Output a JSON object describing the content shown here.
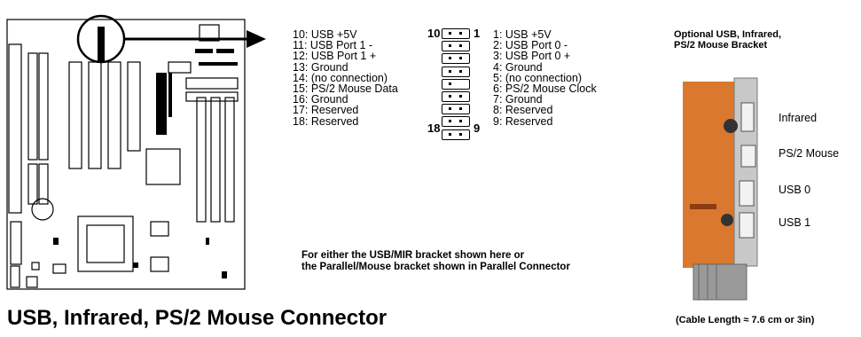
{
  "pins_left": [
    "10: USB +5V",
    "11: USB Port 1 -",
    "12: USB Port 1 +",
    "13: Ground",
    "14: (no connection)",
    "15: PS/2 Mouse Data",
    "16: Ground",
    "17: Reserved",
    "18: Reserved"
  ],
  "pins_right": [
    "1: USB +5V",
    "2: USB Port 0 -",
    "3: USB Port 0 +",
    "4: Ground",
    "5: (no connection)",
    "6: PS/2 Mouse Clock",
    "7: Ground",
    "8: Reserved",
    "9: Reserved"
  ],
  "header": {
    "top_left": "10",
    "top_right": "1",
    "bottom_left": "18",
    "bottom_right": "9"
  },
  "note": {
    "line1": "For either the USB/MIR bracket shown here or",
    "line2": "the Parallel/Mouse bracket shown in Parallel Connector"
  },
  "title": "USB, Infrared, PS/2 Mouse Connector",
  "bracket": {
    "title_line1": "Optional USB, Infrared,",
    "title_line2": "PS/2 Mouse Bracket",
    "labels": [
      "Infrared",
      "PS/2 Mouse",
      "USB 0",
      "USB 1"
    ]
  },
  "cable_note": "(Cable Length ≈ 7.6 cm or 3in)",
  "colors": {
    "bracket_orange": "#d9782e",
    "bracket_gray": "#c8c8c8"
  }
}
